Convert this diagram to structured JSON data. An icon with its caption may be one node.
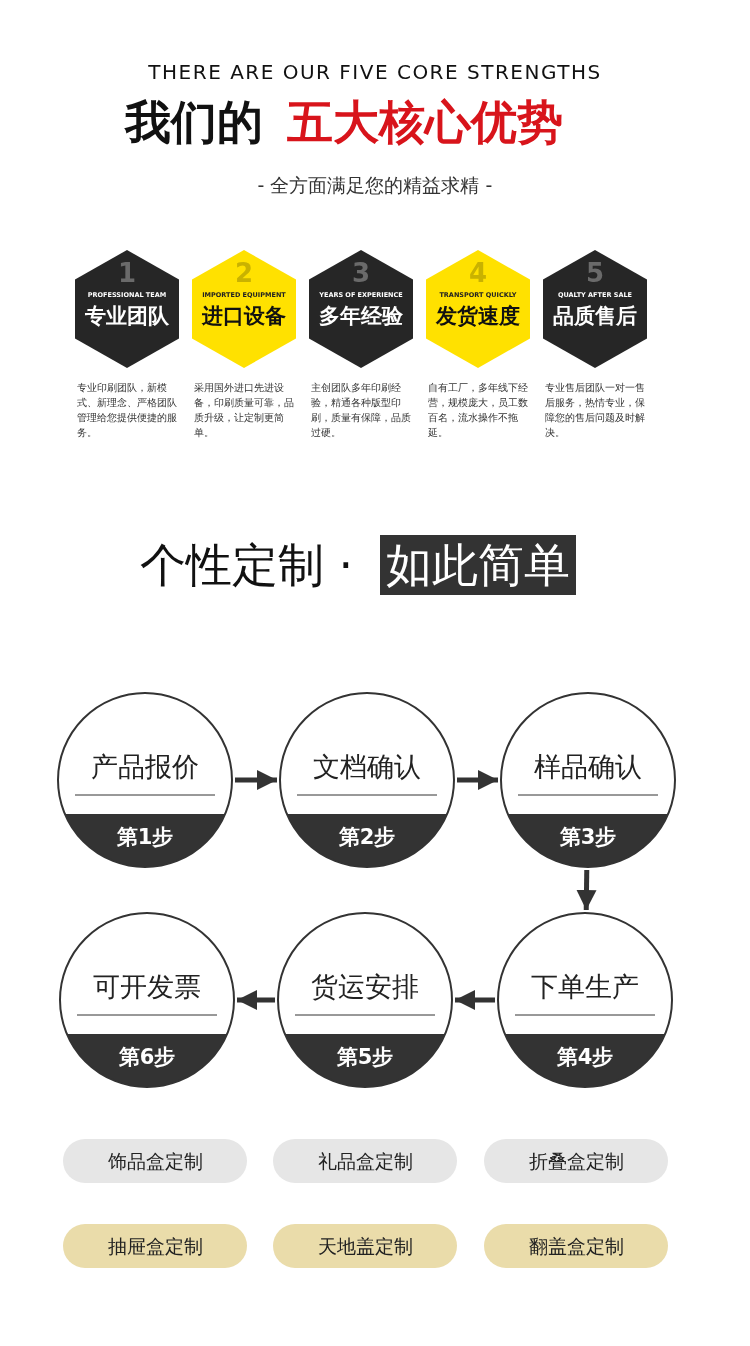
{
  "diagram": {
    "nodes": [
      {
        "text": [
          "1",
          "PROFESSIONAL TEAM",
          "专业团队"
        ],
        "beside": [
          "专业印刷团队，新模式、新理念、严格团队管理给您提供便捷的服务。"
        ]
      },
      {
        "text": [
          "2",
          "IMPORTED EQUIPMENT",
          "进口设备"
        ],
        "beside": [
          "采用国外进口先进设备，印刷质量可靠，品质升级，让定制更简单。"
        ]
      },
      {
        "text": [
          "3",
          "YEARS OF EXPERIENCE",
          "多年经验"
        ],
        "beside": [
          "主创团队多年印刷经验，精通各种版型印刷，质量有保障，品质过硬。"
        ]
      },
      {
        "text": [
          "4",
          "TRANSPORT QUICKLY",
          "发货速度"
        ],
        "beside": [
          "自有工厂，多年线下经营，规模庞大，员工数百名，流水操作不拖延。"
        ]
      },
      {
        "text": [
          "5",
          "QUALTY AFTER SALE",
          "品质售后"
        ],
        "beside": [
          "专业售后团队一对一售后服务，热情专业，保障您的售后问题及时解决。"
        ]
      },
      {
        "text": [
          "产品报价",
          "第1步"
        ]
      },
      {
        "text": [
          "文档确认",
          "第2步"
        ]
      },
      {
        "text": [
          "样品确认",
          "第3步"
        ]
      },
      {
        "text": [
          "下单生产",
          "第4步"
        ]
      },
      {
        "text": [
          "货运安排",
          "第5步"
        ]
      },
      {
        "text": [
          "可开发票",
          "第6步"
        ]
      },
      {
        "text": [
          "饰品盒定制"
        ]
      },
      {
        "text": [
          "礼品盒定制"
        ]
      },
      {
        "text": [
          "折叠盒定制"
        ]
      },
      {
        "text": [
          "抽屉盒定制"
        ]
      },
      {
        "text": [
          "天地盖定制"
        ]
      },
      {
        "text": [
          "翻盖盒定制"
        ]
      }
    ],
    "edges": [
      {
        "from": 5,
        "to": 6,
        "arrow": "to"
      },
      {
        "from": 6,
        "to": 7,
        "arrow": "to"
      },
      {
        "from": 7,
        "to": 8,
        "arrow": "to"
      },
      {
        "from": 8,
        "to": 9,
        "arrow": "to"
      },
      {
        "from": 9,
        "to": 10,
        "arrow": "to"
      }
    ],
    "labels": [
      "THERE ARE OUR FIVE CORE STRENGTHS",
      "我们的",
      "五大核心优势",
      "- 全方面满足您的精益求精 -",
      "个性定制 ·",
      "如此简单"
    ]
  }
}
